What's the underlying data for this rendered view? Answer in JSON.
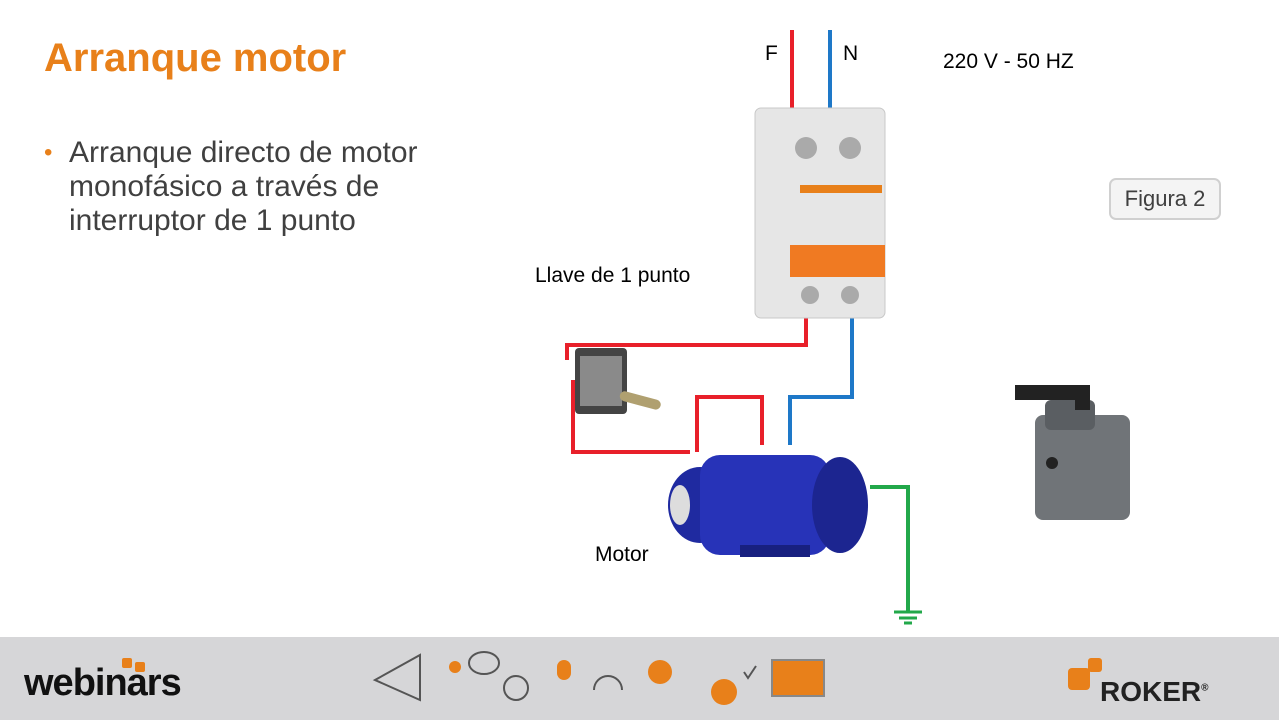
{
  "slide": {
    "title": "Arranque motor",
    "bullet": "Arranque directo de motor monofásico a través de interruptor de 1 punto"
  },
  "diagram": {
    "phase_label": "F",
    "neutral_label": "N",
    "supply": "220 V - 50 HZ",
    "breaker_label": "Llave de 1 punto",
    "motor_label": "Motor",
    "figure_button": "Figura 2"
  },
  "footer": {
    "brand_left": "webinars",
    "brand_right": "ROKER",
    "registered": "®"
  },
  "colors": {
    "accent": "#e8801a",
    "phase": "#e8202a",
    "neutral": "#1e78c8",
    "ground": "#22a84a"
  }
}
